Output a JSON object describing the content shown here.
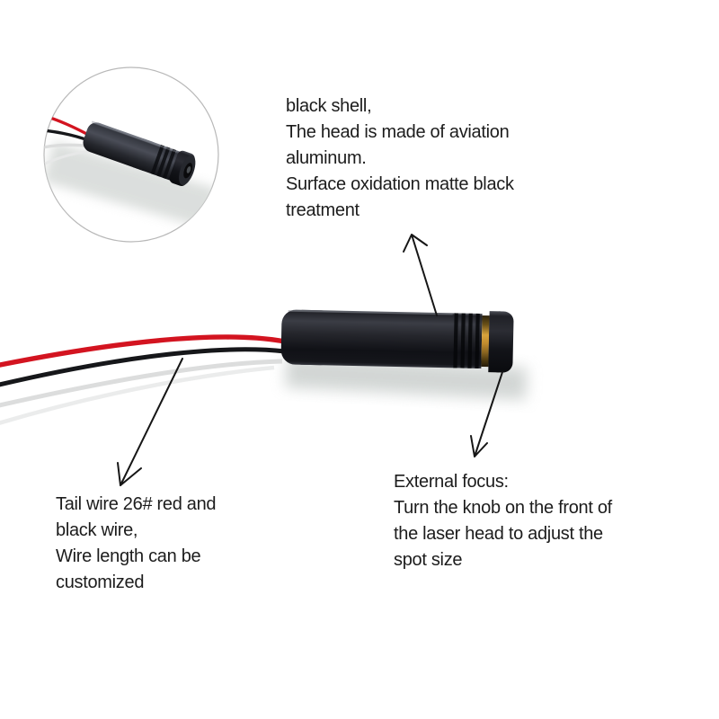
{
  "annotations": {
    "shell": {
      "lines": [
        "black shell,",
        "The head is made of aviation",
        "aluminum.",
        "Surface oxidation matte black",
        "treatment"
      ]
    },
    "tail_wire": {
      "lines": [
        "Tail wire 26# red and",
        "black wire,",
        "Wire length can be",
        "customized"
      ]
    },
    "external_focus": {
      "lines": [
        "External focus:",
        "Turn the knob on the front of",
        "the laser head to adjust the",
        "spot size"
      ]
    }
  },
  "colors": {
    "background": "#ffffff",
    "text": "#1c1c1c",
    "arrow": "#161616",
    "wire_red": "#d31420",
    "wire_black": "#16171a",
    "wire_white": "#dcdddd",
    "wire_white_light": "#ebecec",
    "module_black": "#1d1f24",
    "brass_ring": "#c08a2e",
    "shadow_gray": "#cdd2d0",
    "inset_border": "#b8b8b8"
  }
}
